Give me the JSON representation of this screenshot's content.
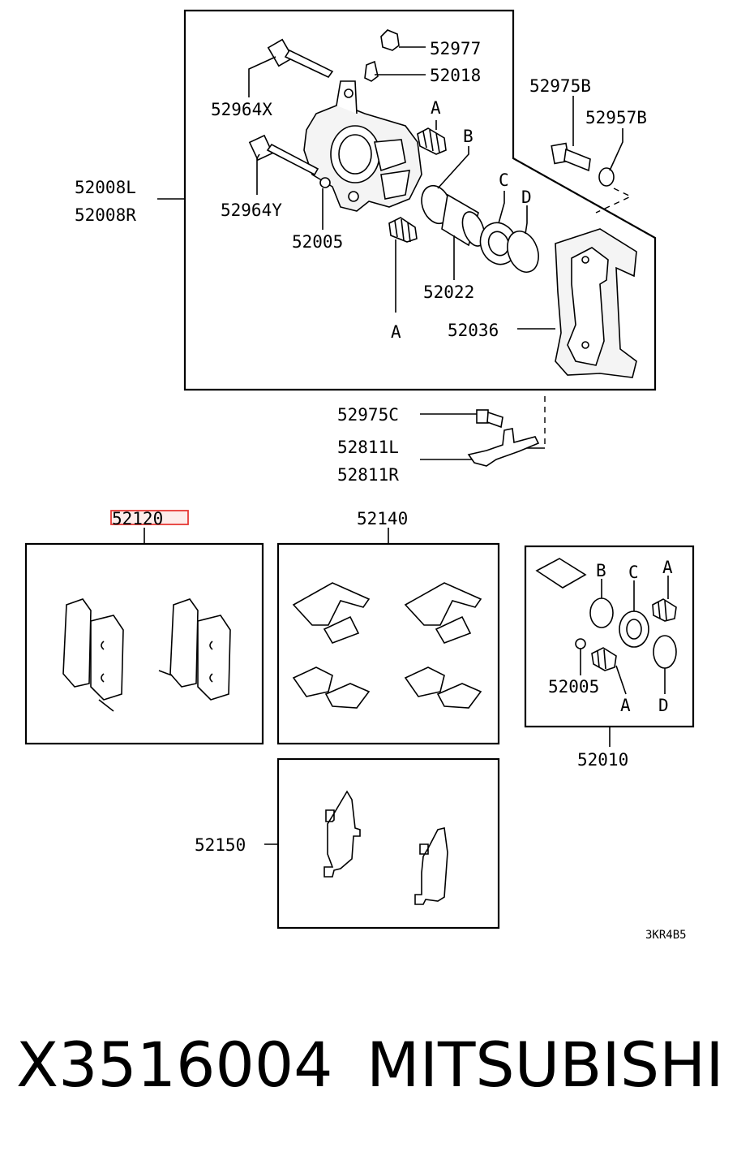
{
  "diagram": {
    "caliper_assembly": {
      "labels": {
        "p52977": "52977",
        "p52018": "52018",
        "p52964x": "52964X",
        "p52964y": "52964Y",
        "p52008l": "52008L",
        "p52008r": "52008R",
        "p52005": "52005",
        "p52022": "52022",
        "p52036": "52036",
        "p52975b": "52975B",
        "p52957b": "52957B",
        "ref_a_top": "A",
        "ref_a_bottom": "A",
        "ref_b": "B",
        "ref_c": "C",
        "ref_d": "D"
      }
    },
    "bracket_parts": {
      "p52975c": "52975C",
      "p52811l": "52811L",
      "p52811r": "52811R"
    },
    "kits": {
      "pads": {
        "label": "52120",
        "highlighted": true,
        "highlight_color": "#e53935"
      },
      "clips": {
        "label": "52140"
      },
      "seal_kit": {
        "label": "52010",
        "p52005": "52005",
        "ref_a_top": "A",
        "ref_a_bottom": "A",
        "ref_b": "B",
        "ref_c": "C",
        "ref_d": "D"
      },
      "shims": {
        "label": "52150"
      }
    },
    "figure_code": "3KR4B5"
  },
  "footer": {
    "part_number": "X3516004",
    "brand": "MITSUBISHI"
  }
}
